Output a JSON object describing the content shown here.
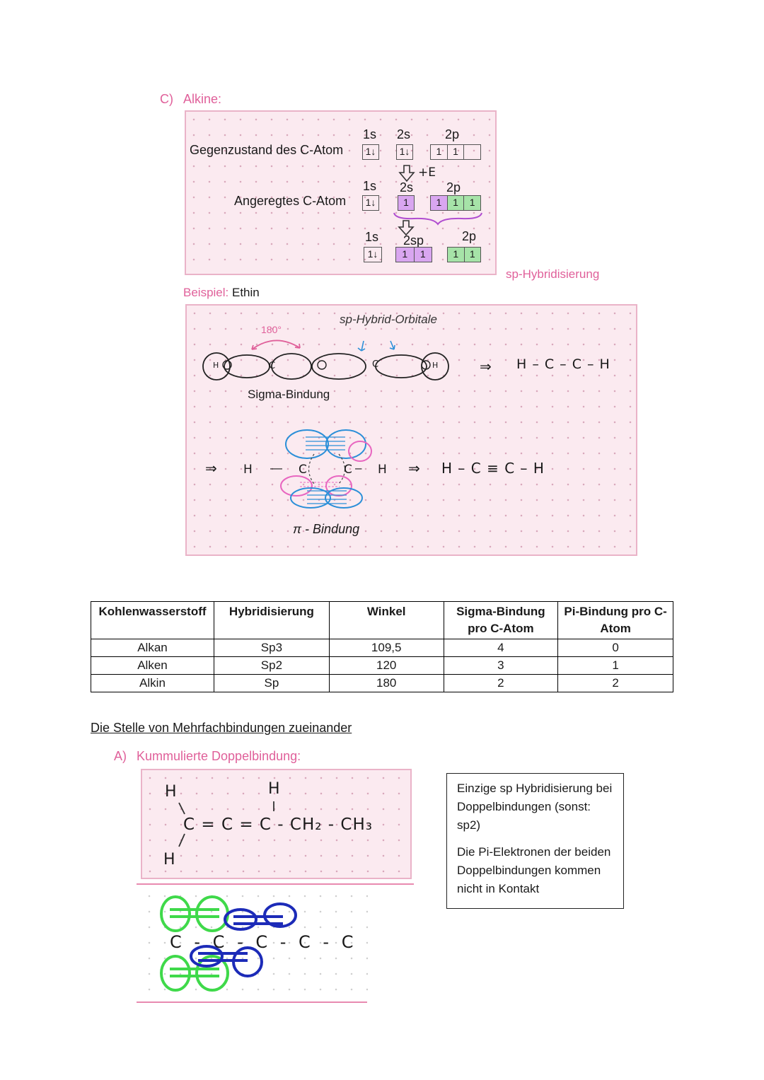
{
  "section_c": {
    "label": "C)",
    "title": "Alkine:"
  },
  "orbital_diagram": {
    "ground_state_label": "Gegenzustand des C-Atom",
    "excited_state_label": "Angeregtes C-Atom",
    "energy_label": "+E",
    "levels": {
      "s1": "1s",
      "s2": "2s",
      "p2": "2p",
      "sp2": "2sp"
    },
    "ground": {
      "s1": [
        "1↓"
      ],
      "s2": [
        "1↓"
      ],
      "p2": [
        "1",
        "1",
        ""
      ]
    },
    "excited": {
      "s1": [
        "1↓"
      ],
      "s2": [
        "1"
      ],
      "p2": [
        "1",
        "1",
        "1"
      ]
    },
    "hybrid": {
      "s1": [
        "1↓"
      ],
      "sp": [
        "1",
        "1"
      ],
      "p2": [
        "1",
        "1"
      ]
    },
    "hybridization_name": "sp-Hybridisierung"
  },
  "example": {
    "label": "Beispiel:",
    "molecule": "Ethin",
    "angle": "180°",
    "hybrid_orbitals_label": "sp-Hybrid-Orbitale",
    "sigma_label": "Sigma-Bindung",
    "formula_sigma": "H – C – C – H",
    "formula_triple": "H – C ≡ C – H",
    "pi_label": "π - Bindung",
    "atom_h": "H",
    "atom_c": "C",
    "arrow": "⇒"
  },
  "table": {
    "headers": [
      "Kohlenwasserstoff",
      "Hybridisierung",
      "Winkel",
      "Sigma-Bindung pro C-Atom",
      "Pi-Bindung pro C-Atom"
    ],
    "rows": [
      [
        "Alkan",
        "Sp3",
        "109,5",
        "4",
        "0"
      ],
      [
        "Alken",
        "Sp2",
        "120",
        "3",
        "1"
      ],
      [
        "Alkin",
        "Sp",
        "180",
        "2",
        "2"
      ]
    ]
  },
  "section2": {
    "title": "Die Stelle von Mehrfachbindungen zueinander"
  },
  "section_a": {
    "label": "A)",
    "title": "Kummulierte Doppelbindung:",
    "structure_h": "H",
    "structure_chain": "C = C = C - CH₂ - CH₃",
    "chain_bottom": "C - C - C - C - C",
    "note_p1": "Einzige sp Hybridisierung bei Doppelbindungen (sonst: sp2)",
    "note_p2": "Die Pi-Elektronen der beiden Doppelbindungen kommen nicht in Kontakt"
  },
  "colors": {
    "accent_pink": "#e0609a",
    "panel_bg": "#fbeaf0",
    "purple": "#d9a6f0",
    "green": "#a6e3a8",
    "blue": "#2b8fd8"
  }
}
